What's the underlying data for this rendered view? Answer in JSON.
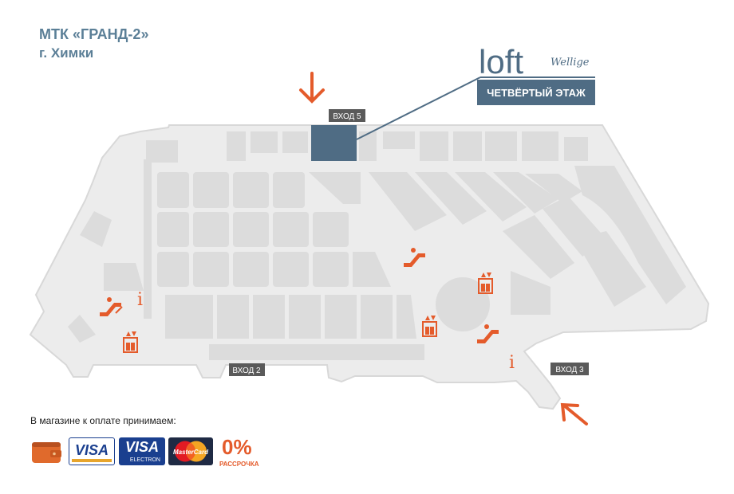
{
  "header": {
    "title": "МТК «ГРАНД-2»",
    "city": "г. Химки"
  },
  "store": {
    "brand": "loft",
    "brand_script": "Wellige",
    "floor_label": "ЧЕТВЁРТЫЙ ЭТАЖ",
    "color": "#4f6c84"
  },
  "map": {
    "entrances": [
      {
        "id": "entrance-5",
        "label": "ВХОД 5"
      },
      {
        "id": "entrance-2",
        "label": "ВХОД 2"
      },
      {
        "id": "entrance-3",
        "label": "ВХОД 3"
      }
    ],
    "colors": {
      "floor": "#ececec",
      "blocks": "#dcdcdc",
      "arrow": "#e45b2b",
      "label_bg": "#5a5a5a"
    },
    "info_symbol": "i"
  },
  "payment": {
    "caption": "В магазине к оплате принимаем:",
    "visa": "VISA",
    "visa_electron": "VISA",
    "electron": "ELECTRON",
    "mastercard": "MasterCard",
    "installment_value": "0%",
    "installment_label": "РАССРОЧКА"
  }
}
